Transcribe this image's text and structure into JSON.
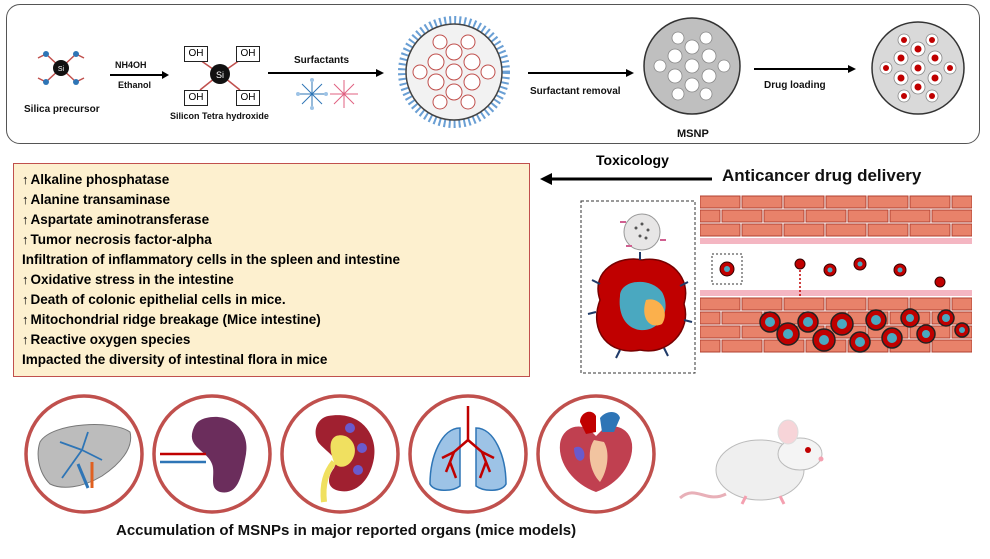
{
  "synthesis": {
    "precursor_label": "Silica precursor",
    "si_label": "Si",
    "reagent_top": "NH4OH",
    "reagent_bottom": "Ethanol",
    "oh_label": "OH",
    "tetra_label": "Silicon Tetra hydroxide",
    "surfactants_label": "Surfactants",
    "removal_label": "Surfactant removal",
    "msnp_label": "MSNP",
    "drug_loading_label": "Drug loading"
  },
  "toxicology": {
    "arrow_label": "Toxicology",
    "up_arrow": "↑",
    "items": [
      {
        "text": "Alkaline phosphatase",
        "arrow": true
      },
      {
        "text": "Alanine transaminase",
        "arrow": true
      },
      {
        "text": "Aspartate aminotransferase",
        "arrow": true
      },
      {
        "text": "Tumor necrosis factor-alpha",
        "arrow": true
      },
      {
        "text": "Infiltration of inflammatory cells in the spleen and intestine",
        "arrow": false
      },
      {
        "text": "Oxidative stress in the intestine",
        "arrow": true
      },
      {
        "text": "Death of colonic epithelial cells in mice.",
        "arrow": true
      },
      {
        "text": "Mitochondrial ridge breakage (Mice intestine)",
        "arrow": true
      },
      {
        "text": "Reactive oxygen species",
        "arrow": true
      },
      {
        "text": "Impacted the diversity of intestinal flora in mice",
        "arrow": false
      }
    ]
  },
  "delivery": {
    "title": "Anticancer drug delivery"
  },
  "organs": {
    "caption": "Accumulation of MSNPs in major reported organs (mice models)",
    "items": [
      "liver",
      "spleen",
      "kidney",
      "lungs",
      "heart"
    ]
  },
  "colors": {
    "circle_border": "#c0504d",
    "tox_bg": "#fdf0cf",
    "drug_red": "#c00000",
    "vessel": "#e8826a"
  }
}
